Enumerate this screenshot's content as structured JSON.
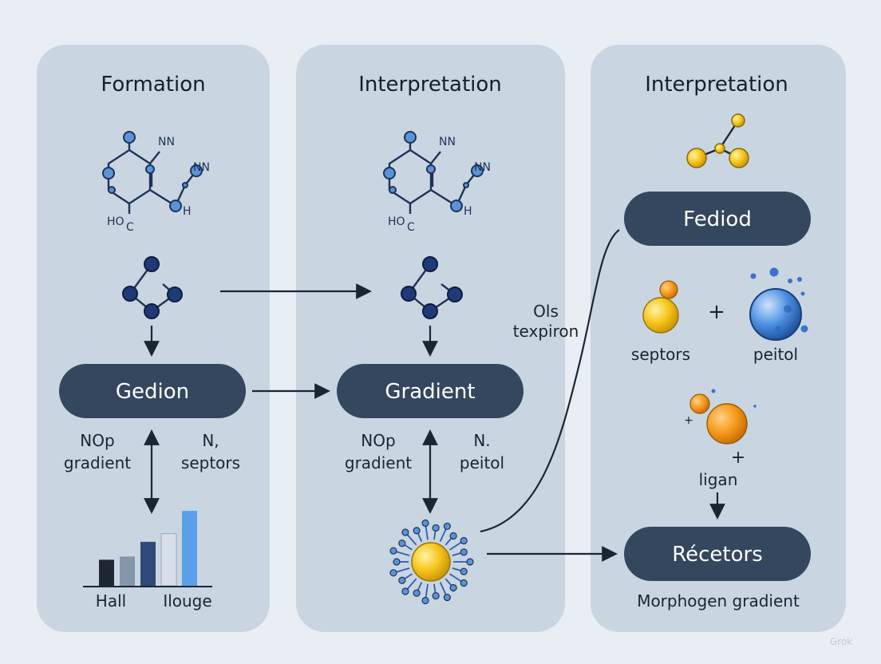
{
  "panels": [
    {
      "title": "Formation",
      "molecule_labels": [
        "NN",
        "NN",
        "HO",
        "C",
        "H"
      ],
      "pill": "Gedion",
      "left_label": [
        "NOp",
        "gradient"
      ],
      "right_label": [
        "N,",
        "septors"
      ],
      "bar_labels": [
        "Hall",
        "Ilouge"
      ]
    },
    {
      "title": "Interpretation",
      "molecule_labels": [
        "NN",
        "NN",
        "HO",
        "C",
        "H"
      ],
      "pill": "Gradient",
      "left_label": [
        "NOp",
        "gradient"
      ],
      "right_label": [
        "N.",
        "peitol"
      ]
    },
    {
      "title": "Interpretation",
      "pill_top": "Fediod",
      "left_ball_label": "septors",
      "right_ball_label": "peitol",
      "plus": "+",
      "ligand_label": "ligan",
      "pill_bottom": "Récetors",
      "caption": "Morphogen gradient"
    }
  ],
  "curve_label": [
    "Ols",
    "texpiron"
  ],
  "chart_data": {
    "type": "bar",
    "values": [
      3.2,
      3.6,
      5.4,
      6.4,
      9.2
    ],
    "colors": [
      "#1d2733",
      "#8596aa",
      "#2f4a78",
      "#d6dee8",
      "#5aa0e8"
    ],
    "ylim": [
      0,
      10
    ]
  },
  "colors": {
    "panel": "#c9d5e1",
    "pill": "#34475e",
    "gold": "#f5c518",
    "orange": "#f59a1a",
    "blue_sphere": "#4a8ee0"
  },
  "watermark": "Grok"
}
